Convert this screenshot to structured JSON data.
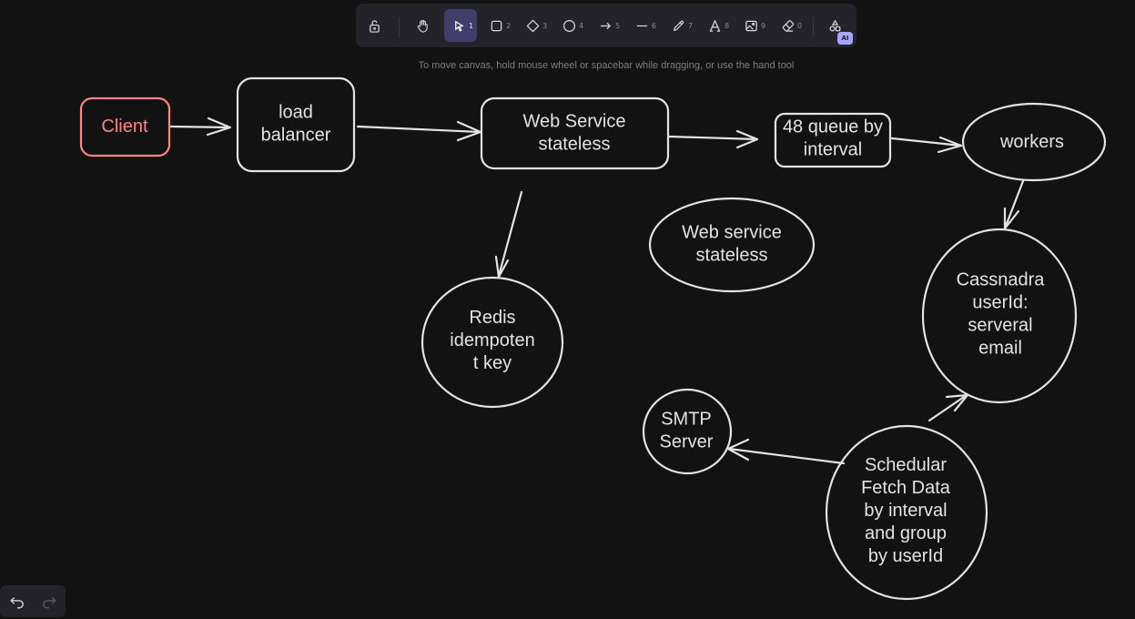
{
  "toolbar": {
    "tools": [
      {
        "name": "lock",
        "shortcut": ""
      },
      {
        "name": "hand",
        "shortcut": ""
      },
      {
        "name": "selection",
        "shortcut": "1"
      },
      {
        "name": "rectangle",
        "shortcut": "2"
      },
      {
        "name": "diamond",
        "shortcut": "3"
      },
      {
        "name": "ellipse",
        "shortcut": "4"
      },
      {
        "name": "arrow",
        "shortcut": "5"
      },
      {
        "name": "line",
        "shortcut": "6"
      },
      {
        "name": "draw",
        "shortcut": "7"
      },
      {
        "name": "text",
        "shortcut": "8"
      },
      {
        "name": "image",
        "shortcut": "9"
      },
      {
        "name": "eraser",
        "shortcut": "0"
      }
    ],
    "active_tool": "selection",
    "ai_badge": "AI"
  },
  "hint": "To move canvas, hold mouse wheel or spacebar while dragging, or use the hand tool",
  "colors": {
    "background": "#121212",
    "stroke": "#e3e3e3",
    "client_stroke": "#ff8383",
    "toolbar_bg": "#232329",
    "active_tool_bg": "#403e6a",
    "ai_badge": "#a8a5ff"
  },
  "diagram": {
    "nodes": {
      "client": {
        "shape": "rectangle",
        "lines": [
          "Client"
        ]
      },
      "load_balancer": {
        "shape": "rectangle",
        "lines": [
          "load",
          "balancer"
        ]
      },
      "web_service": {
        "shape": "rectangle",
        "lines": [
          "Web Service",
          "stateless"
        ]
      },
      "queue": {
        "shape": "rectangle",
        "lines": [
          "48 queue by",
          "interval"
        ]
      },
      "workers": {
        "shape": "ellipse",
        "lines": [
          "workers"
        ]
      },
      "redis": {
        "shape": "ellipse",
        "lines": [
          "Redis",
          "idempoten",
          "t key"
        ]
      },
      "web_service_2": {
        "shape": "ellipse",
        "lines": [
          "Web service",
          "stateless"
        ]
      },
      "cassandra": {
        "shape": "ellipse",
        "lines": [
          "Cassnadra",
          "userId:",
          "serveral",
          "email"
        ]
      },
      "smtp": {
        "shape": "ellipse",
        "lines": [
          "SMTP",
          "Server"
        ]
      },
      "scheduler": {
        "shape": "ellipse",
        "lines": [
          "Schedular",
          "Fetch Data",
          "by interval",
          "and group",
          "by userId"
        ]
      }
    },
    "edges": [
      {
        "from": "client",
        "to": "load_balancer"
      },
      {
        "from": "load_balancer",
        "to": "web_service"
      },
      {
        "from": "web_service",
        "to": "queue"
      },
      {
        "from": "queue",
        "to": "workers"
      },
      {
        "from": "workers",
        "to": "cassandra"
      },
      {
        "from": "web_service",
        "to": "redis"
      },
      {
        "from": "scheduler",
        "to": "cassandra"
      },
      {
        "from": "scheduler",
        "to": "smtp"
      }
    ]
  },
  "footer": {
    "undo": "undo",
    "redo": "redo"
  }
}
